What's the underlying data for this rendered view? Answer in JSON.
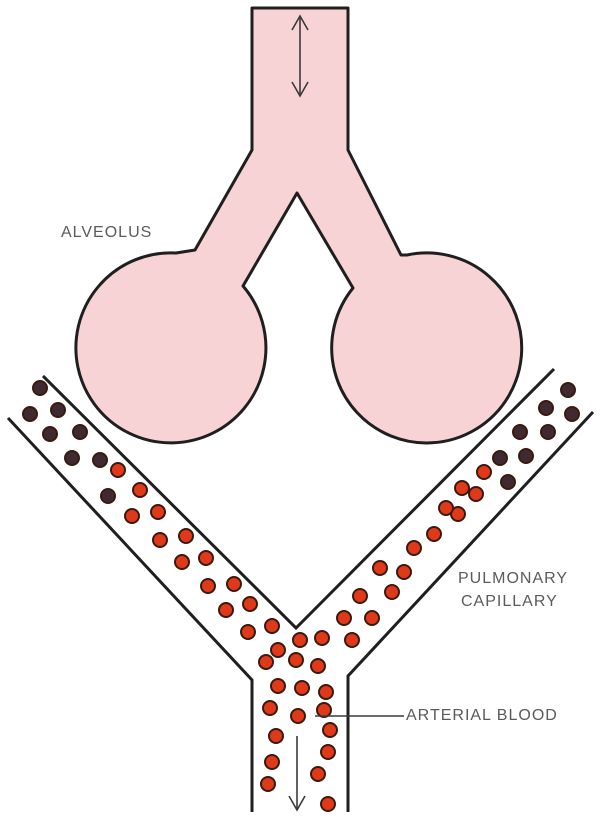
{
  "labels": {
    "alveolus": "ALVEOLUS",
    "capillary_line1": "PULMONARY",
    "capillary_line2": "CAPILLARY",
    "arterial_blood": "ARTERIAL BLOOD"
  },
  "colors": {
    "alveolus_fill": "#f7d3d6",
    "outline": "#1f1f1f",
    "oxygenated_rbc": "#e0391a",
    "deoxygenated_rbc": "#3e2a30",
    "label_text": "#5a5a5a"
  },
  "icons": {
    "airflow": "double-arrow-icon",
    "bloodflow": "down-arrow-icon"
  }
}
